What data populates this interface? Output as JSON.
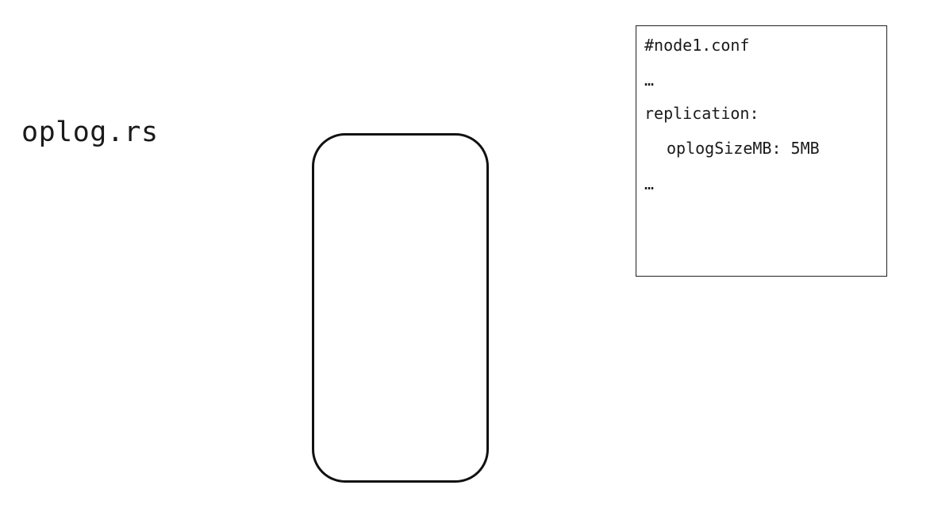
{
  "collection": {
    "name": "oplog.rs"
  },
  "config_file": {
    "lines": [
      "#node1.conf",
      "…",
      "replication:",
      "oplogSizeMB: 5MB",
      "…"
    ]
  }
}
